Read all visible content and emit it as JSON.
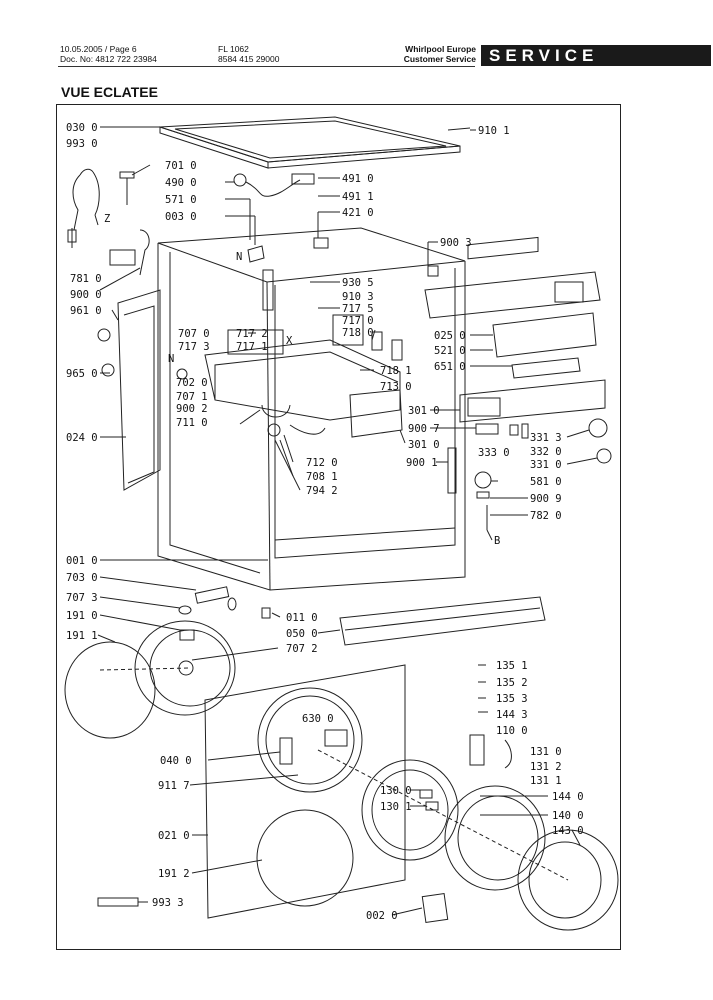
{
  "header": {
    "date_page": "10.05.2005 / Page 6",
    "doc_no": "Doc. No: 4812 722 23984",
    "model": "FL 1062",
    "model_code": "8584 415 29000",
    "brand": "Whirlpool Europe",
    "dept": "Customer Service",
    "service": "SERVICE"
  },
  "title": "VUE ECLATEE",
  "parts": {
    "p030_0": "030 0",
    "p993_0": "993 0",
    "p701_0": "701 0",
    "p490_0": "490 0",
    "p571_0": "571 0",
    "p003_0": "003 0",
    "p491_0": "491 0",
    "p491_1": "491 1",
    "p421_0": "421 0",
    "p910_1": "910 1",
    "p900_3": "900 3",
    "p781_0": "781 0",
    "p900_0": "900 0",
    "p961_0": "961 0",
    "p930_5": "930 5",
    "p910_3": "910 3",
    "p717_5": "717 5",
    "p717_0": "717 0",
    "p718_0": "718 0",
    "p707_0": "707 0",
    "p717_2": "717 2",
    "p717_3": "717 3",
    "p717_1": "717 1",
    "p718_1": "718 1",
    "p713_0": "713 0",
    "p025_0": "025 0",
    "p521_0": "521 0",
    "p651_0": "651 0",
    "p965_0": "965 0",
    "p702_0": "702 0",
    "p707_1": "707 1",
    "p900_2": "900 2",
    "p711_0": "711 0",
    "p301_0a": "301 0",
    "p900_7": "900 7",
    "p301_0b": "301 0",
    "p331_3": "331 3",
    "p333_0": "333 0",
    "p332_0": "332 0",
    "p331_0": "331 0",
    "p024_0": "024 0",
    "p712_0": "712 0",
    "p708_1": "708 1",
    "p794_2": "794 2",
    "p900_1": "900 1",
    "p581_0": "581 0",
    "p900_9": "900 9",
    "p782_0": "782 0",
    "p001_0": "001 0",
    "p703_0": "703 0",
    "p707_3": "707 3",
    "p191_0": "191 0",
    "p191_1": "191 1",
    "p011_0": "011 0",
    "p050_0": "050 0",
    "p707_2": "707 2",
    "p135_1": "135 1",
    "p135_2": "135 2",
    "p135_3": "135 3",
    "p144_3": "144 3",
    "p630_0": "630 0",
    "p110_0": "110 0",
    "p040_0": "040 0",
    "p131_0": "131 0",
    "p131_2": "131 2",
    "p131_1": "131 1",
    "p911_7": "911 7",
    "p130_0": "130 0",
    "p144_0": "144 0",
    "p130_1": "130 1",
    "p140_0": "140 0",
    "p143_0": "143 0",
    "p021_0": "021 0",
    "p191_2": "191 2",
    "p993_3": "993 3",
    "p002_0": "002 0"
  },
  "markers": {
    "z": "Z",
    "n1": "N",
    "n2": "N",
    "x": "X",
    "b": "B"
  }
}
